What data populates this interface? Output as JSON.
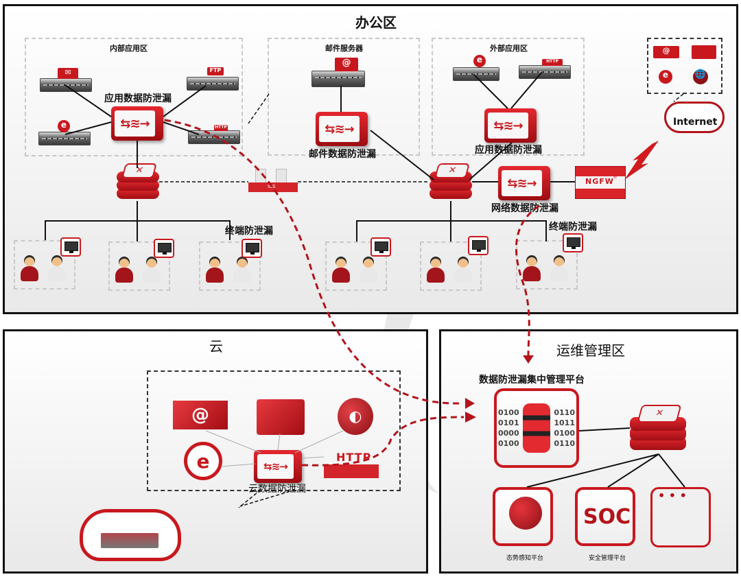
{
  "zones": {
    "office": {
      "title": "办公区"
    },
    "cloud": {
      "title": "云"
    },
    "ops": {
      "title": "运维管理区"
    }
  },
  "office": {
    "internal_app_area": {
      "title": "内部应用区",
      "dlp_label": "应用数据防泄漏",
      "servers": [
        {
          "icon": "mail-icon"
        },
        {
          "icon": "ftp-icon",
          "badge": "FTP"
        },
        {
          "icon": "ie-icon"
        },
        {
          "icon": "http-icon",
          "badge": "HTTP"
        }
      ]
    },
    "mail_server_area": {
      "title": "邮件服务器",
      "dlp_label": "邮件数据防泄漏",
      "servers": [
        {
          "icon": "mail-icon"
        }
      ]
    },
    "external_app_area": {
      "title": "外部应用区",
      "dlp_label": "应用数据防泄漏",
      "servers": [
        {
          "icon": "ie-icon"
        },
        {
          "icon": "http-icon",
          "badge": "HTTP"
        }
      ]
    },
    "network_dlp_label": "网络数据防泄漏",
    "ngfw_label": "NGFW",
    "ngfw_reg": "®",
    "ics_label": "ICS",
    "internet_label": "Internet",
    "endpoint_dlp_label": "终端防泄漏",
    "internet_services": [
      "mail-icon",
      "folder-icon",
      "ie-icon",
      "globe-icon"
    ]
  },
  "cloud": {
    "dlp_label": "云数据防泄漏",
    "services": [
      "mail-icon",
      "folder-icon",
      "globe-icon",
      "ie-icon",
      "http-icon"
    ],
    "http_label": "HTTP"
  },
  "ops": {
    "central_platform_label": "数据防泄漏集中管理平台",
    "binary_left": [
      "0100",
      "0101",
      "0000",
      "0100"
    ],
    "binary_right": [
      "0110",
      "1011",
      "0100",
      "0110"
    ],
    "platforms": [
      {
        "label": "态势感知平台",
        "icon": "globe-telescope-icon"
      },
      {
        "label": "安全管理平台",
        "text": "SOC"
      },
      {
        "label": "",
        "text": "• • •"
      }
    ]
  },
  "colors": {
    "accent": "#c8181e",
    "dashed_flow": "#b3131a",
    "border": "#111111"
  }
}
